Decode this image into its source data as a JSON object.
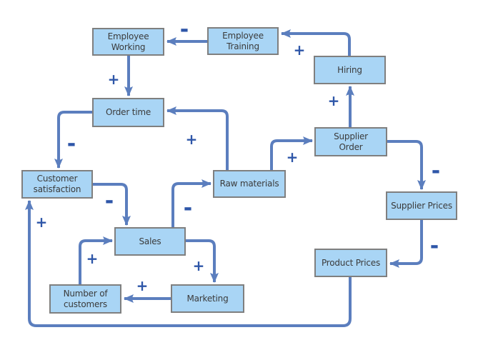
{
  "diagram": {
    "type": "causal-loop-diagram",
    "colors": {
      "node_fill": "#A9D5F5",
      "node_border": "#7F7F7F",
      "arrow": "#5B7EBE",
      "sign": "#2E56A8",
      "label_text": "#3B3B3B",
      "background": "#FFFFFF"
    }
  },
  "nodes": [
    {
      "id": "employee-working",
      "label": "Employee\nWorking"
    },
    {
      "id": "employee-training",
      "label": "Employee\nTraining"
    },
    {
      "id": "hiring",
      "label": "Hiring"
    },
    {
      "id": "order-time",
      "label": "Order time"
    },
    {
      "id": "supplier-order",
      "label": "Supplier\nOrder"
    },
    {
      "id": "customer-satisfaction",
      "label": "Customer\nsatisfaction"
    },
    {
      "id": "raw-materials",
      "label": "Raw materials"
    },
    {
      "id": "supplier-prices",
      "label": "Supplier Prices"
    },
    {
      "id": "sales",
      "label": "Sales"
    },
    {
      "id": "product-prices",
      "label": "Product Prices"
    },
    {
      "id": "number-of-customers",
      "label": "Number of\ncustomers"
    },
    {
      "id": "marketing",
      "label": "Marketing"
    }
  ],
  "connections": [
    {
      "from": "employee-training",
      "to": "employee-working",
      "sign": "-"
    },
    {
      "from": "employee-working",
      "to": "order-time",
      "sign": "+"
    },
    {
      "from": "hiring",
      "to": "employee-training",
      "sign": "+"
    },
    {
      "from": "supplier-order",
      "to": "hiring",
      "sign": "+"
    },
    {
      "from": "raw-materials",
      "to": "supplier-order",
      "sign": "+"
    },
    {
      "from": "supplier-order",
      "to": "supplier-prices",
      "sign": "-"
    },
    {
      "from": "supplier-prices",
      "to": "product-prices",
      "sign": "-"
    },
    {
      "from": "product-prices",
      "to": "customer-satisfaction",
      "sign": "+"
    },
    {
      "from": "order-time",
      "to": "customer-satisfaction",
      "sign": "-"
    },
    {
      "from": "raw-materials",
      "to": "order-time",
      "sign": "+"
    },
    {
      "from": "customer-satisfaction",
      "to": "sales",
      "sign": "-"
    },
    {
      "from": "sales",
      "to": "raw-materials",
      "sign": "-"
    },
    {
      "from": "sales",
      "to": "marketing",
      "sign": "+"
    },
    {
      "from": "marketing",
      "to": "number-of-customers",
      "sign": "+"
    },
    {
      "from": "number-of-customers",
      "to": "sales",
      "sign": "+"
    }
  ]
}
